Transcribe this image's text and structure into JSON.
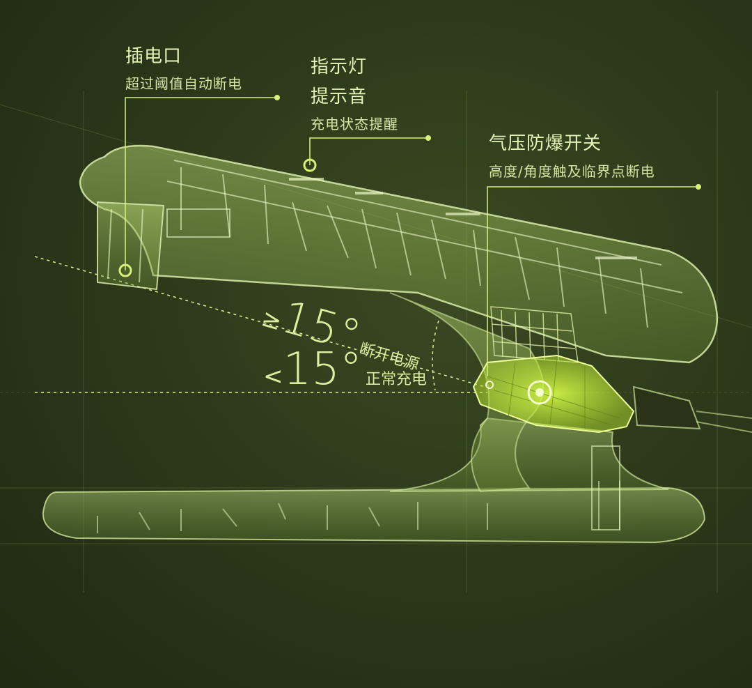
{
  "callouts": {
    "plug": {
      "title": "插电口",
      "subtitle": "超过阈值自动断电"
    },
    "indicator": {
      "title_line1": "指示灯",
      "title_line2": "提示音",
      "subtitle": "充电状态提醒"
    },
    "pressure_switch": {
      "title": "气压防爆开关",
      "subtitle": "高度/角度触及临界点断电"
    }
  },
  "angles": {
    "over": {
      "symbol": "≥",
      "value": "15°",
      "label": "断开电源"
    },
    "under": {
      "symbol": "<",
      "value": "15°",
      "label": "正常充电"
    }
  },
  "colors": {
    "background": "#2c3a1a",
    "accent": "#d9f27a",
    "text": "#e6f3b8",
    "highlight": "#c8f03a"
  }
}
